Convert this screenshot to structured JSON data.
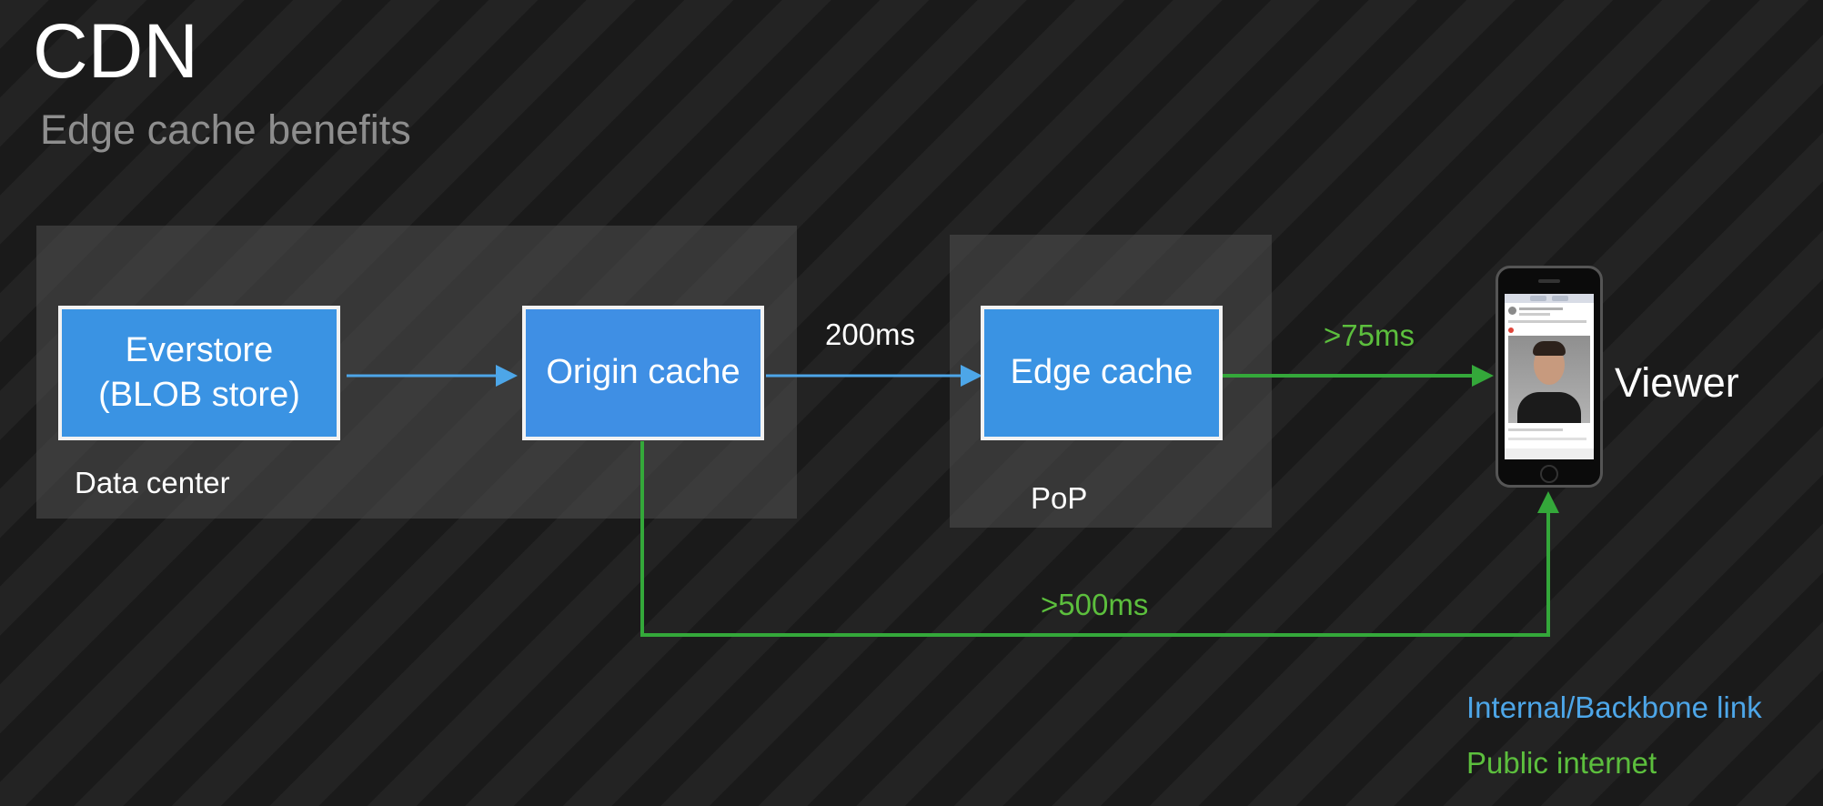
{
  "slide": {
    "title": "CDN",
    "subtitle": "Edge cache benefits"
  },
  "regions": {
    "data_center": "Data center",
    "pop": "PoP"
  },
  "nodes": {
    "everstore": "Everstore\n(BLOB store)",
    "origin_cache": "Origin cache",
    "edge_cache": "Edge cache"
  },
  "latencies": {
    "origin_to_edge": "200ms",
    "edge_to_viewer": ">75ms",
    "origin_to_viewer": ">500ms"
  },
  "viewer": {
    "label": "Viewer",
    "icon": "smartphone-icon"
  },
  "legend": {
    "internal": "Internal/Backbone link",
    "public": "Public internet"
  },
  "colors": {
    "internal_link": "#4da6e8",
    "public_link": "#34a83a",
    "public_text": "#5cbf3d",
    "node_fill": "#3a93e3",
    "origin_fill": "#3f8fe4"
  }
}
